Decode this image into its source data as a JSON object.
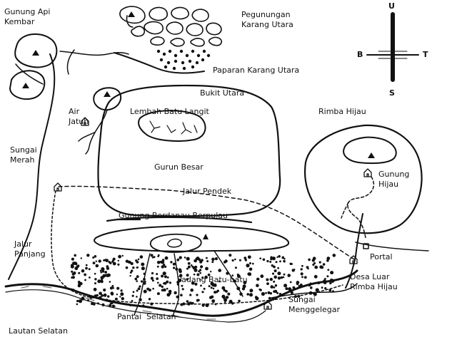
{
  "colors": {
    "ink": "#111111",
    "paper": "#ffffff"
  },
  "compass": {
    "north": "U",
    "south": "S",
    "west": "B",
    "east": "T"
  },
  "labels": {
    "gunung_api_kembar": "Gunung Api\nKembar",
    "pegunungan_karang_utara": "Pegunungan\nKarang Utara",
    "paparan_karang_utara": "Paparan Karang Utara",
    "bukit_utara": "Bukit Utara",
    "air_jatuh": "Air\nJatuh",
    "lembah_batu_langit": "Lembah Batu Langit",
    "rimba_hijau": "Rimba Hijau",
    "sungai_merah": "Sungai\nMerah",
    "gurun_besar": "Gurun Besar",
    "gunung_hijau": "Gunung\nHijau",
    "jalur_pendek": "Jalur Pendek",
    "gunung_berdanau_berpulau": "Gunung Berdanau Berpulau",
    "jalur_panjang": "Jalur\nPanjang",
    "portal": "Portal",
    "desa_luar_rimba_hijau": "Desa Luar\nRimba Hijau",
    "padang_batu_batu": "Padang Batu-batu",
    "sungai_menggelegar": "Sungai\nMenggelegar",
    "pantai_selatan": "Pantai  Selatan",
    "lautan_selatan": "Lautan Selatan"
  },
  "icons": [
    "mountain-peak-icon",
    "house-icon",
    "compass-rose-icon"
  ]
}
